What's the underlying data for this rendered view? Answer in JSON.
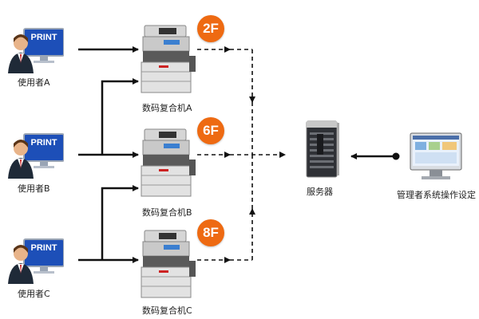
{
  "users": [
    {
      "monitor_text": "PRINT",
      "label": "使用者A"
    },
    {
      "monitor_text": "PRINT",
      "label": "使用者B"
    },
    {
      "monitor_text": "PRINT",
      "label": "使用者C"
    }
  ],
  "printers": [
    {
      "label": "数码复合机A",
      "floor": "2F"
    },
    {
      "label": "数码复合机B",
      "floor": "6F"
    },
    {
      "label": "数码复合机C",
      "floor": "8F"
    }
  ],
  "server": {
    "label": "服务器"
  },
  "admin": {
    "label": "管理者系统操作设定"
  },
  "colors": {
    "floor_badge": "#ee6a12",
    "monitor_screen": "#1d4fb8",
    "line": "#111111"
  }
}
